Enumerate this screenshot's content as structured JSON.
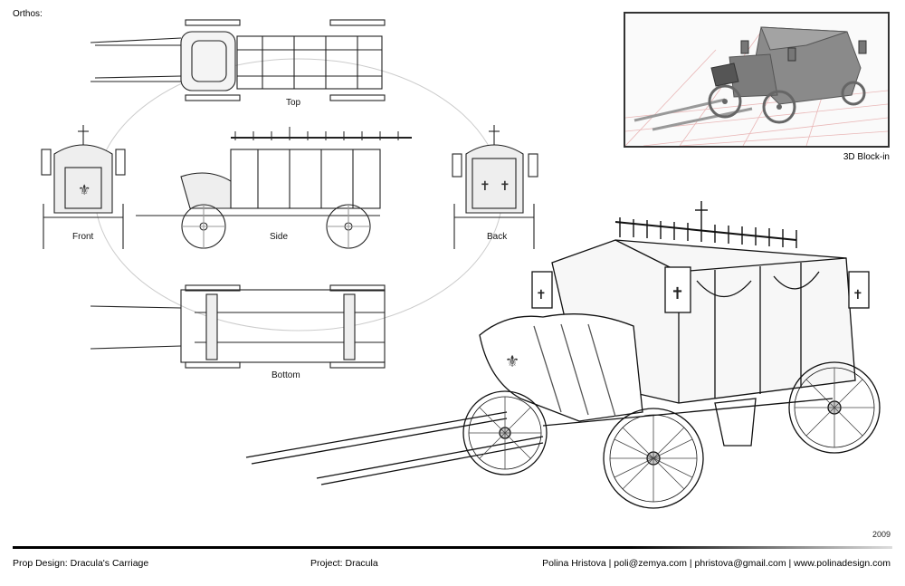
{
  "sheet": {
    "section_title": "Orthos:"
  },
  "views": {
    "top": "Top",
    "front": "Front",
    "side": "Side",
    "back": "Back",
    "bottom": "Bottom"
  },
  "inset": {
    "label": "3D Block-in"
  },
  "year": "2009",
  "footer": {
    "title": "Prop Design: Dracula's Carriage",
    "project": "Project: Dracula",
    "credits": "Polina Hristova | poli@zemya.com | phristova@gmail.com | www.polinadesign.com"
  }
}
